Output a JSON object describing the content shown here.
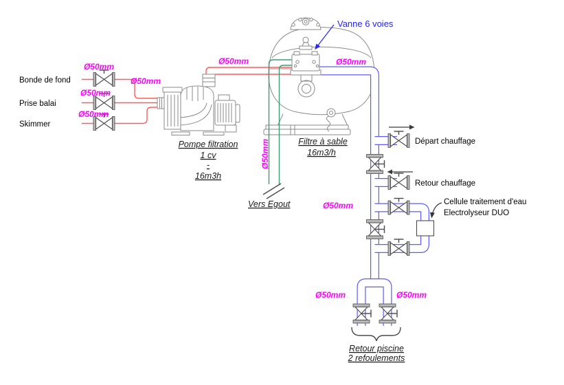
{
  "colors": {
    "suction_pipe": "#ff5a5a",
    "return_pipe": "#5b5bff",
    "waste_pipe": "#369e6f",
    "diameter_label": "#ff00ff",
    "annotation": "#2424ff"
  },
  "pipes": {
    "diameter_label": "Ø50mm"
  },
  "suction": {
    "items": [
      {
        "label": "Bonde de fond"
      },
      {
        "label": "Prise balai"
      },
      {
        "label": "Skimmer"
      }
    ]
  },
  "pump": {
    "name": "Pompe filtration",
    "power": "1 cv",
    "separator": "-",
    "flow": "16m3h"
  },
  "filter": {
    "name": "Filtre à sable",
    "flow": "16m3/h",
    "valve_label": "Vanne 6 voies"
  },
  "waste": {
    "label": "Vers Egout"
  },
  "heating": {
    "depart_label": "Départ chauffage",
    "retour_label": "Retour chauffage"
  },
  "treatment": {
    "line1": "Cellule traitement d'eau",
    "line2": "Electrolyseur DUO"
  },
  "pool_return": {
    "line1": "Retour piscine",
    "line2": "2 refoulements"
  }
}
